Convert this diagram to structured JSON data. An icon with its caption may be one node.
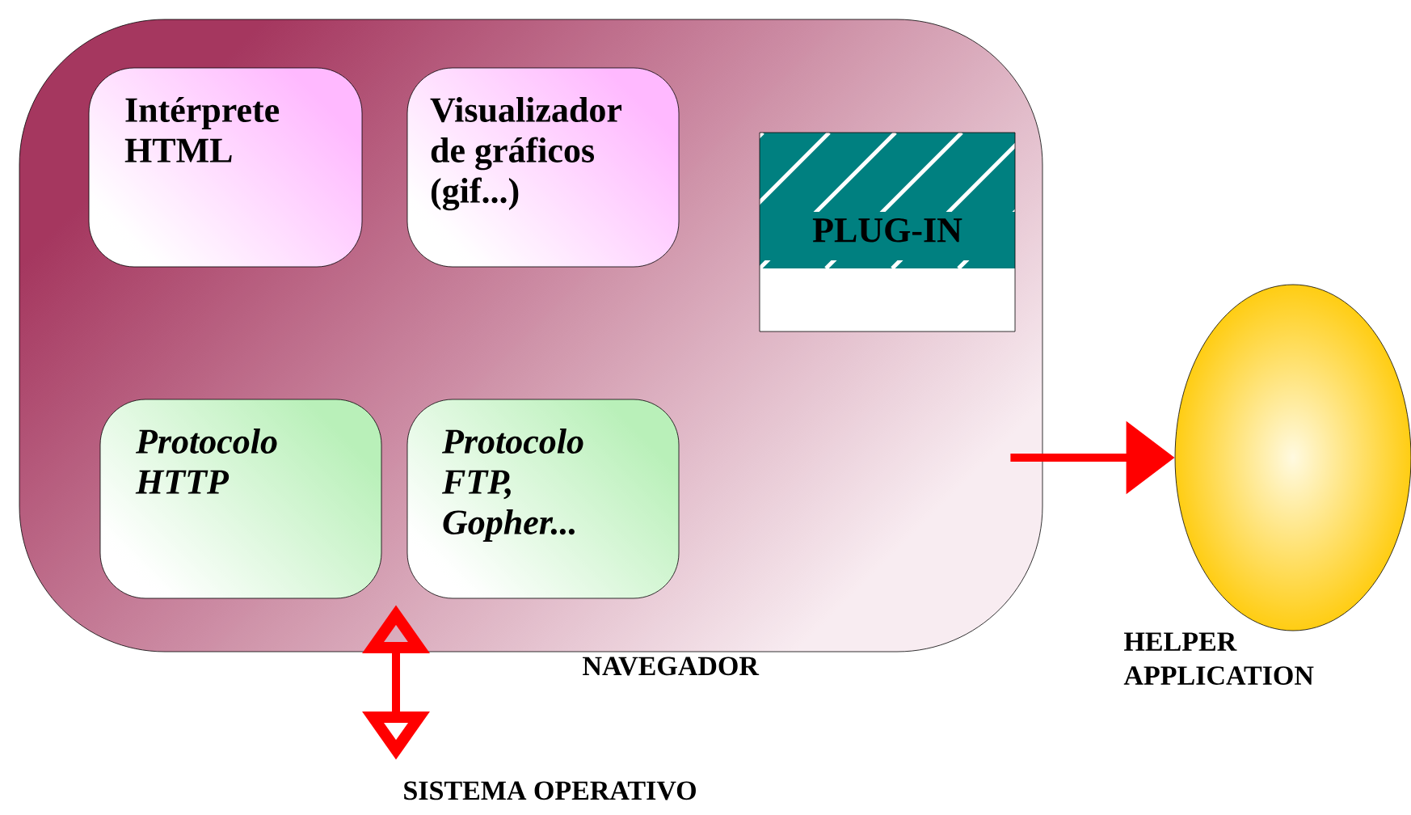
{
  "diagram": {
    "nodes": [
      {
        "text": [
          "NAVEGADOR"
        ]
      },
      {
        "text": [
          "Intérprete HTML"
        ],
        "in": 0
      },
      {
        "text": [
          "Visualizador de gráficos (gif...)"
        ],
        "in": 0
      },
      {
        "text": [
          "PLUG-IN"
        ],
        "in": 0
      },
      {
        "text": [
          "Protocolo HTTP"
        ],
        "in": 0
      },
      {
        "text": [
          "Protocolo FTP, Gopher..."
        ],
        "in": 0
      },
      {
        "text": [
          "HELPER APPLICATION"
        ]
      },
      {
        "text": [
          "SISTEMA OPERATIVO"
        ]
      }
    ],
    "edges": [
      {
        "from": 0,
        "to": 6,
        "arrow": "to",
        "color": "#ff0000"
      },
      {
        "from": 7,
        "to": 0,
        "arrow": "both",
        "color": "#ff0000"
      }
    ]
  }
}
